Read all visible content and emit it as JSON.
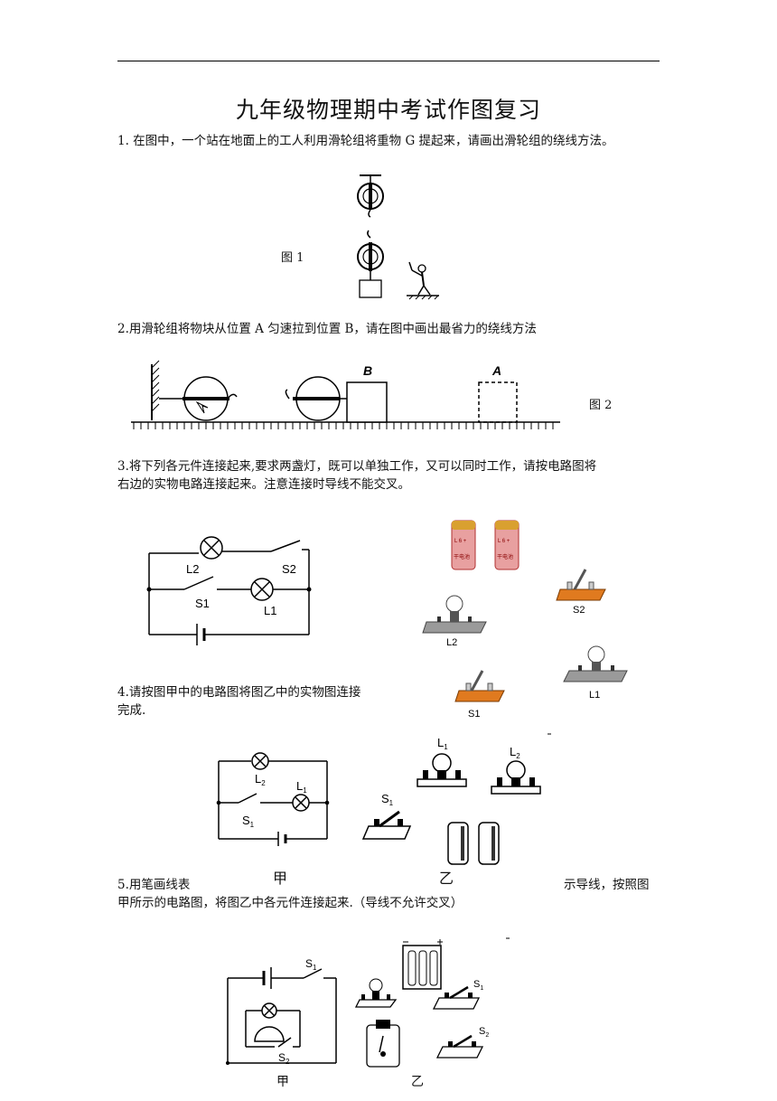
{
  "doc": {
    "title": "九年级物理期中考试作图复习"
  },
  "q1": {
    "text": "1.  在图中，一个站在地面上的工人利用滑轮组将重物 G 提起来，请画出滑轮组的绕线方法。",
    "fig_label": "图 1"
  },
  "q2": {
    "text": "2.用滑轮组将物块从位置 A 匀速拉到位置 B，请在图中画出最省力的绕线方法",
    "label_b": "B",
    "label_a": "A",
    "fig_label": "图 2"
  },
  "q3": {
    "text_line1": "3.将下列各元件连接起来,要求两盏灯，既可以单独工作，又可以同时工作，请按电路图将",
    "text_line2": "右边的实物电路连接起来。注意连接时导线不能交叉。",
    "circuit": {
      "l2": "L2",
      "s2": "S2",
      "s1": "S1",
      "l1": "L1"
    },
    "battery_text": "L 6 +",
    "battery_text2": "干电池",
    "parts": {
      "s2": "S2",
      "l2": "L2",
      "l1": "L1",
      "s1": "S1"
    }
  },
  "q4": {
    "text_line1": "4.请按图甲中的电路图将图乙中的实物图连接",
    "text_line2": "完成.",
    "circuit": {
      "l2": "L",
      "l2_sub": "2",
      "l1": "L",
      "l1_sub": "1",
      "s1": "S",
      "s1_sub": "1"
    },
    "parts": {
      "l1": "L",
      "l1_sub": "1",
      "l2": "L",
      "l2_sub": "2",
      "s1": "S",
      "s1_sub": "1"
    },
    "caption_jia": "甲",
    "caption_yi": "乙"
  },
  "q5": {
    "text_start": "5.用笔画线表",
    "text_end": "示导线，按照图",
    "text_line2": "甲所示的电路图，将图乙中各元件连接起来.（导线不允许交叉）",
    "circuit": {
      "s1": "S",
      "s1_sub": "1",
      "s2": "S",
      "s2_sub": "2"
    },
    "parts": {
      "s1": "S",
      "s1_sub": "1",
      "s2": "S",
      "s2_sub": "2"
    },
    "caption_jia": "甲",
    "caption_yi": "乙"
  }
}
